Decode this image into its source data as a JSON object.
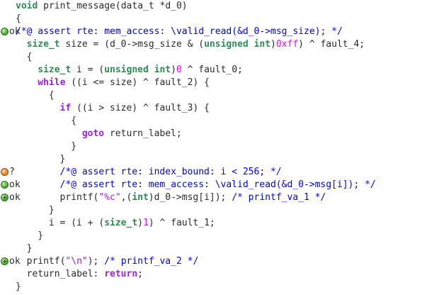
{
  "code_lines": [
    {
      "indent": 2,
      "parts": [
        {
          "t": "void",
          "c": "ty"
        },
        {
          "t": " print_message(data_t *d_0)",
          "c": ""
        }
      ]
    },
    {
      "indent": 2,
      "parts": [
        {
          "t": "{",
          "c": ""
        }
      ]
    },
    {
      "indent": 2,
      "status": "ok",
      "icon": "ok",
      "parts": [
        {
          "t": "/*@ assert rte: mem_access: \\valid_read(&d_0->msg_size); */",
          "c": "cm"
        }
      ]
    },
    {
      "indent": 4,
      "parts": [
        {
          "t": "size_t",
          "c": "ty"
        },
        {
          "t": " size = (d_0->msg_size & (",
          "c": ""
        },
        {
          "t": "unsigned int",
          "c": "ty"
        },
        {
          "t": ")",
          "c": ""
        },
        {
          "t": "0xff",
          "c": "num"
        },
        {
          "t": ") ^ fault_4;",
          "c": ""
        }
      ]
    },
    {
      "indent": 4,
      "parts": [
        {
          "t": "{",
          "c": ""
        }
      ]
    },
    {
      "indent": 6,
      "parts": [
        {
          "t": "size_t",
          "c": "ty"
        },
        {
          "t": " i = (",
          "c": ""
        },
        {
          "t": "unsigned int",
          "c": "ty"
        },
        {
          "t": ")",
          "c": ""
        },
        {
          "t": "0",
          "c": "num"
        },
        {
          "t": " ^ fault_0;",
          "c": ""
        }
      ]
    },
    {
      "indent": 6,
      "parts": [
        {
          "t": "while",
          "c": "kw"
        },
        {
          "t": " ((i <= size) ^ fault_2) {",
          "c": ""
        }
      ]
    },
    {
      "indent": 8,
      "parts": [
        {
          "t": "{",
          "c": ""
        }
      ]
    },
    {
      "indent": 10,
      "parts": [
        {
          "t": "if",
          "c": "kw"
        },
        {
          "t": " ((i > size) ^ fault_3) {",
          "c": ""
        }
      ]
    },
    {
      "indent": 12,
      "parts": [
        {
          "t": "{",
          "c": ""
        }
      ]
    },
    {
      "indent": 14,
      "parts": [
        {
          "t": "goto",
          "c": "kw"
        },
        {
          "t": " return_label;",
          "c": ""
        }
      ]
    },
    {
      "indent": 12,
      "parts": [
        {
          "t": "}",
          "c": ""
        }
      ]
    },
    {
      "indent": 10,
      "parts": [
        {
          "t": "}",
          "c": ""
        }
      ]
    },
    {
      "indent": 10,
      "status": "?",
      "icon": "unknown",
      "parts": [
        {
          "t": "/*@ assert rte: index_bound: i < 256; */",
          "c": "cm"
        }
      ]
    },
    {
      "indent": 10,
      "status": "ok",
      "icon": "ok",
      "parts": [
        {
          "t": "/*@ assert rte: mem_access: \\valid_read(&d_0->msg[i]); */",
          "c": "cm"
        }
      ]
    },
    {
      "indent": 10,
      "status": "ok",
      "icon": "plus",
      "parts": [
        {
          "t": "printf(",
          "c": ""
        },
        {
          "t": "\"%c\"",
          "c": "str"
        },
        {
          "t": ",(",
          "c": ""
        },
        {
          "t": "int",
          "c": "ty"
        },
        {
          "t": ")d_0->msg[i]); ",
          "c": ""
        },
        {
          "t": "/* printf_va_1 */",
          "c": "cm"
        }
      ]
    },
    {
      "indent": 8,
      "parts": [
        {
          "t": "}",
          "c": ""
        }
      ]
    },
    {
      "indent": 8,
      "parts": [
        {
          "t": "i = (i + (",
          "c": ""
        },
        {
          "t": "size_t",
          "c": "ty"
        },
        {
          "t": ")",
          "c": ""
        },
        {
          "t": "1",
          "c": "num"
        },
        {
          "t": ") ^ fault_1;",
          "c": ""
        }
      ]
    },
    {
      "indent": 6,
      "parts": [
        {
          "t": "}",
          "c": ""
        }
      ]
    },
    {
      "indent": 4,
      "parts": [
        {
          "t": "}",
          "c": ""
        }
      ]
    },
    {
      "indent": 4,
      "status": "ok",
      "icon": "plus",
      "parts": [
        {
          "t": "printf(",
          "c": ""
        },
        {
          "t": "\"\\n\"",
          "c": "str"
        },
        {
          "t": "); ",
          "c": ""
        },
        {
          "t": "/* printf_va_2 */",
          "c": "cm"
        }
      ]
    },
    {
      "indent": 4,
      "parts": [
        {
          "t": "return_label: ",
          "c": ""
        },
        {
          "t": "return",
          "c": "kw"
        },
        {
          "t": ";",
          "c": ""
        }
      ]
    },
    {
      "indent": 2,
      "parts": [
        {
          "t": "}",
          "c": ""
        }
      ]
    }
  ],
  "colors": {
    "keyword": "#a020f0",
    "type": "#2e8b57",
    "number": "#ff00ff",
    "comment": "#0000ff",
    "text": "#2b2b2b",
    "background": "#ffffff"
  },
  "icons": {
    "ok": "ok-status-icon",
    "unknown": "unknown-status-icon",
    "plus": "ok-plus-status-icon"
  }
}
